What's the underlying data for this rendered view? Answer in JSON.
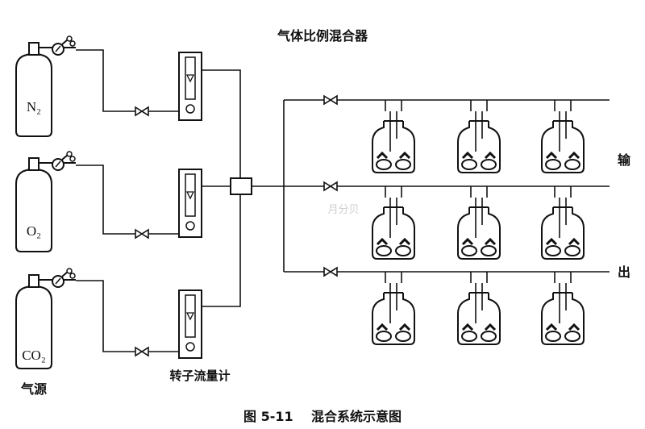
{
  "diagram": {
    "title": "气体比例混合器",
    "source_label": "气源",
    "flowmeter_label": "转子流量计",
    "output_label_top": "输",
    "output_label_bottom": "出",
    "caption": "图 5-11    混合系统示意图",
    "gases": [
      {
        "label": "N₂"
      },
      {
        "label": "O₂"
      },
      {
        "label": "CO₂"
      }
    ],
    "watermark": "月分贝"
  }
}
